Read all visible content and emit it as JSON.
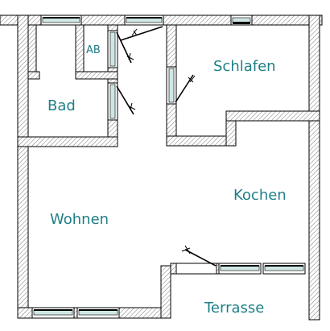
{
  "plan": {
    "rooms": {
      "ab": "AB",
      "bad": "Bad",
      "schlafen": "Schlafen",
      "wohnen": "Wohnen",
      "kochen": "Kochen",
      "terrasse": "Terrasse"
    },
    "colors": {
      "label": "#1f7f86",
      "wall_outline": "#000000",
      "hatch": "#777777",
      "window_glass": "#cfe7e4",
      "background": "#ffffff"
    }
  }
}
